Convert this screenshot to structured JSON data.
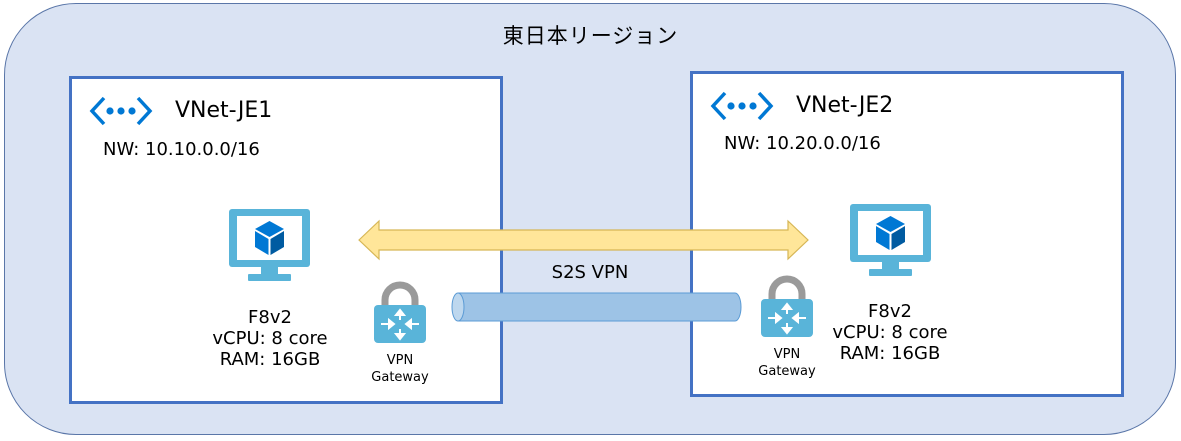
{
  "region": {
    "title": "東日本リージョン"
  },
  "vnets": [
    {
      "name": "VNet-JE1",
      "network": "NW: 10.10.0.0/16",
      "vm": {
        "size": "F8v2",
        "vcpu": "vCPU: 8 core",
        "ram": "RAM: 16GB"
      },
      "gateway": {
        "line1": "VPN",
        "line2": "Gateway"
      }
    },
    {
      "name": "VNet-JE2",
      "network": "NW: 10.20.0.0/16",
      "vm": {
        "size": "F8v2",
        "vcpu": "vCPU: 8 core",
        "ram": "RAM: 16GB"
      },
      "gateway": {
        "line1": "VPN",
        "line2": "Gateway"
      }
    }
  ],
  "connection": {
    "label": "S2S VPN"
  },
  "colors": {
    "region_fill": "#dae3f3",
    "vnet_border": "#4472c4",
    "arrow_fill": "#ffe699",
    "arrow_stroke": "#d6b656",
    "tunnel_fill": "#9dc3e6",
    "azure_blue": "#0078d4",
    "monitor": "#59b4d9"
  }
}
